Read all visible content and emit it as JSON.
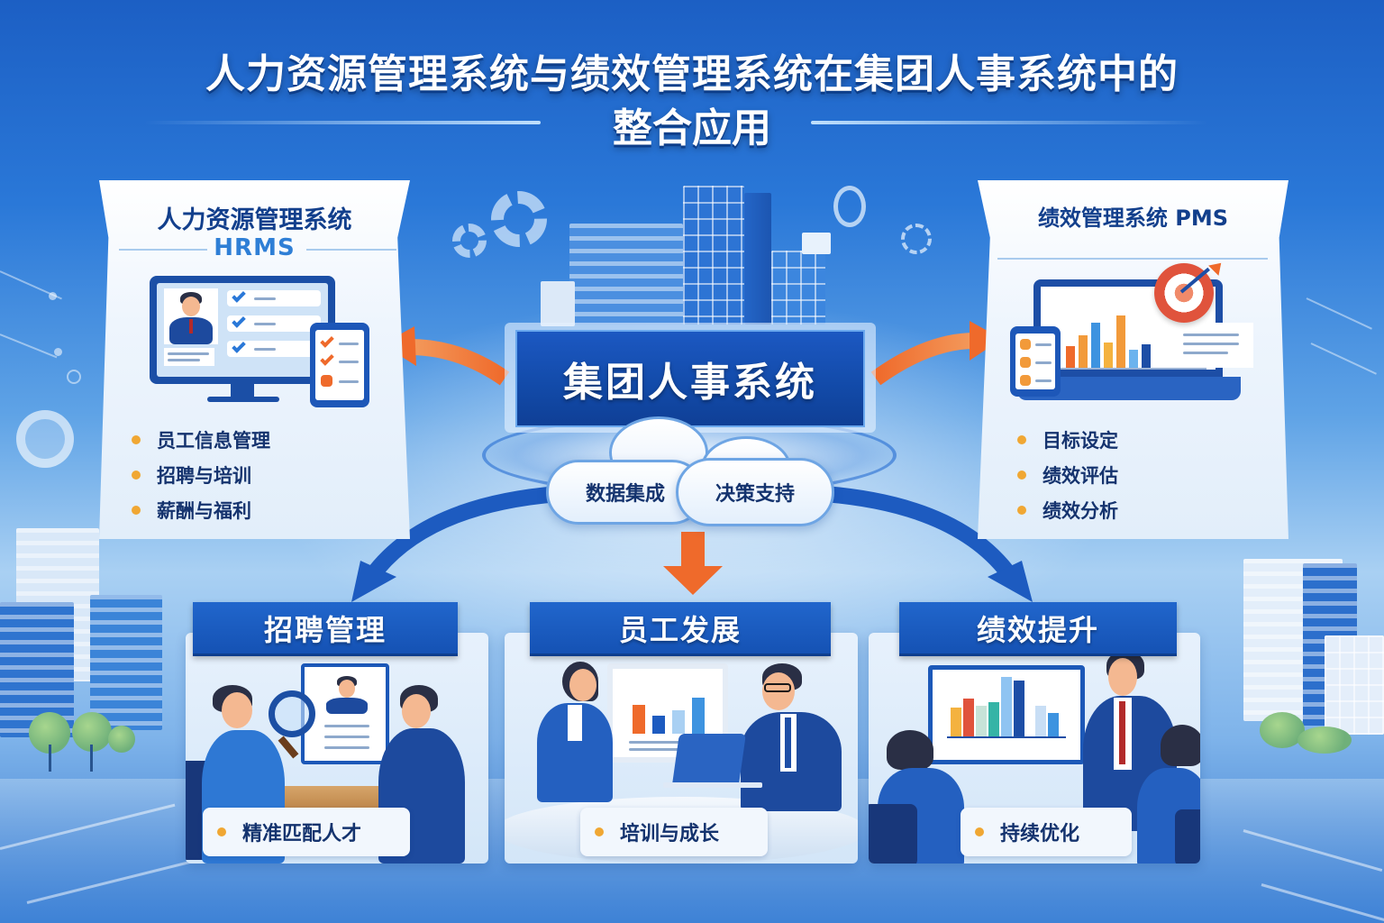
{
  "title": {
    "line1": "人力资源管理系统与绩效管理系统在集团人事系统中的",
    "line2": "整合应用"
  },
  "left_panel": {
    "title": "人力资源管理系统",
    "subtitle": "HRMS",
    "illustration": [
      "monitor-icon",
      "employee-profile-icon",
      "checklist-icon",
      "clipboard-icon"
    ],
    "items": [
      {
        "label": "员工信息管理"
      },
      {
        "label": "招聘与培训"
      },
      {
        "label": "薪酬与福利"
      }
    ]
  },
  "right_panel": {
    "title": "绩效管理系统 PMS",
    "illustration": [
      "laptop-icon",
      "bar-chart-icon",
      "target-icon",
      "task-list-icon"
    ],
    "items": [
      {
        "label": "目标设定"
      },
      {
        "label": "绩效评估"
      },
      {
        "label": "绩效分析"
      }
    ]
  },
  "hub": {
    "label": "集团人事系统",
    "clouds": [
      {
        "label": "数据集成"
      },
      {
        "label": "决策支持"
      }
    ]
  },
  "connectors": {
    "to_left": "orange-arrow-left",
    "to_right": "orange-arrow-right",
    "to_bottom_center": "orange-arrow-down",
    "to_bottom_left": "blue-arrow-down-left",
    "to_bottom_right": "blue-arrow-down-right"
  },
  "sections": [
    {
      "title": "招聘管理",
      "caption": "精准匹配人才",
      "scene": "interview-with-resume-and-magnifier"
    },
    {
      "title": "员工发展",
      "caption": "培训与成长",
      "scene": "presentation-with-chart-and-laptop"
    },
    {
      "title": "绩效提升",
      "caption": "持续优化",
      "scene": "team-meeting-bar-chart-review"
    }
  ],
  "colors": {
    "primary_blue": "#1552b4",
    "title_navy": "#123f8c",
    "accent_orange": "#ef6a2b",
    "bullet_orange": "#f0a733",
    "panel_white": "#eef5fd"
  }
}
